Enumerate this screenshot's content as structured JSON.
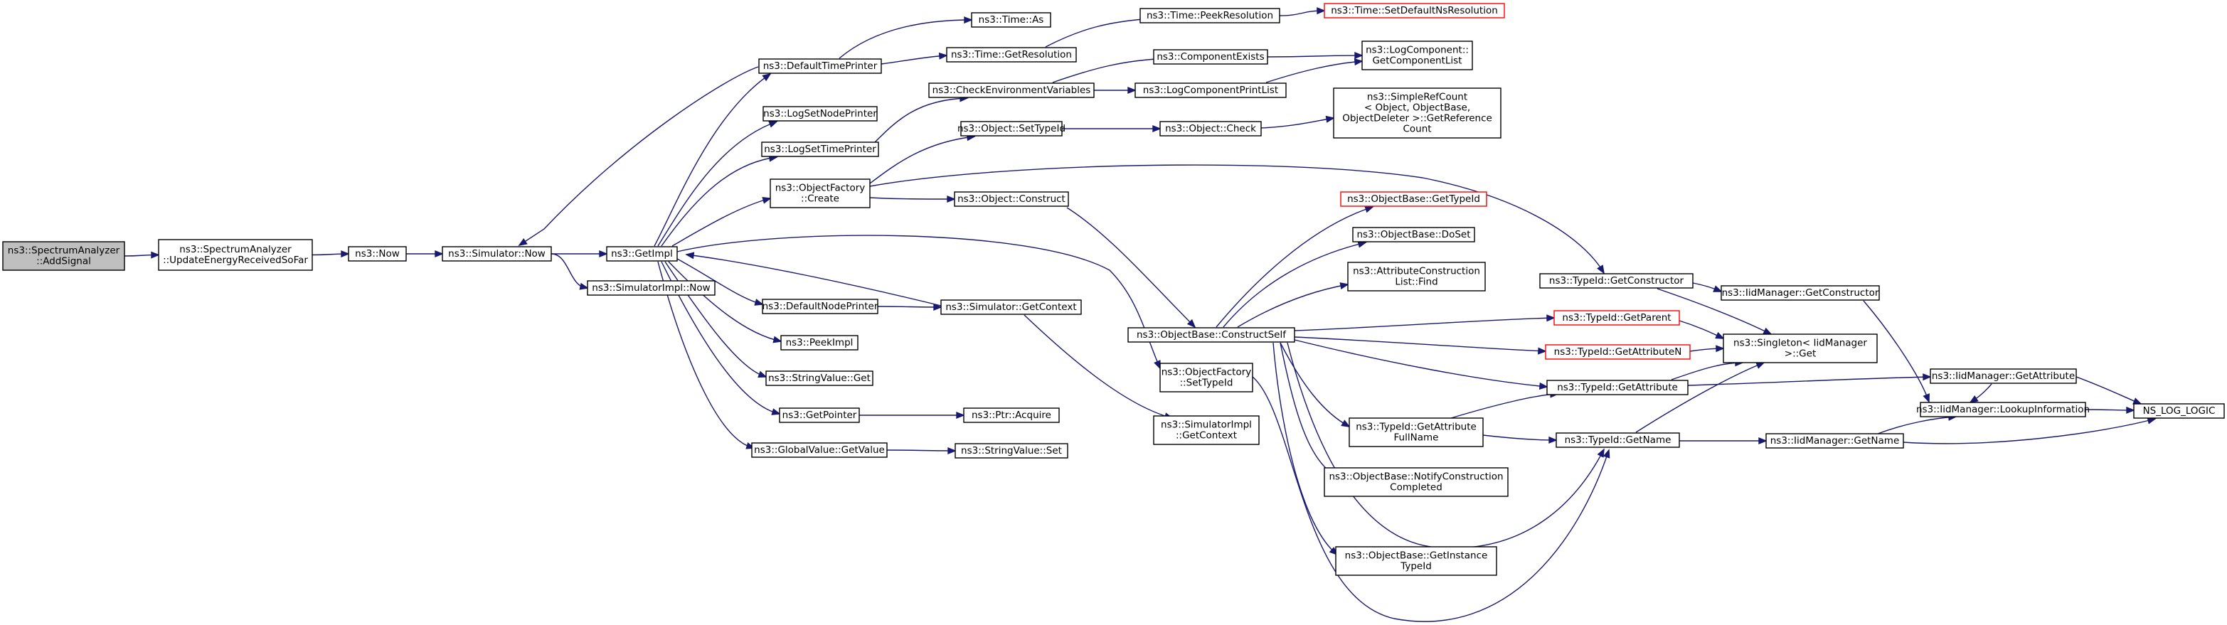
{
  "nodes": {
    "spectrum_addsignal": {
      "lines": [
        "ns3::SpectrumAnalyzer",
        "::AddSignal"
      ],
      "kind": "root"
    },
    "spectrum_update": {
      "lines": [
        "ns3::SpectrumAnalyzer",
        "::UpdateEnergyReceivedSoFar"
      ]
    },
    "now": {
      "lines": [
        "ns3::Now"
      ]
    },
    "simulator_now": {
      "lines": [
        "ns3::Simulator::Now"
      ]
    },
    "getimpl": {
      "lines": [
        "ns3::GetImpl"
      ]
    },
    "simimpl_now": {
      "lines": [
        "ns3::SimulatorImpl::Now"
      ]
    },
    "default_time_printer": {
      "lines": [
        "ns3::DefaultTimePrinter"
      ]
    },
    "log_set_node_printer": {
      "lines": [
        "ns3::LogSetNodePrinter"
      ]
    },
    "log_set_time_printer": {
      "lines": [
        "ns3::LogSetTimePrinter"
      ]
    },
    "objfactory_create": {
      "lines": [
        "ns3::ObjectFactory",
        "::Create"
      ]
    },
    "default_node_printer": {
      "lines": [
        "ns3::DefaultNodePrinter"
      ]
    },
    "peekimpl": {
      "lines": [
        "ns3::PeekImpl"
      ]
    },
    "stringvalue_get": {
      "lines": [
        "ns3::StringValue::Get"
      ]
    },
    "getpointer": {
      "lines": [
        "ns3::GetPointer"
      ]
    },
    "globalvalue_getvalue": {
      "lines": [
        "ns3::GlobalValue::GetValue"
      ]
    },
    "time_as": {
      "lines": [
        "ns3::Time::As"
      ]
    },
    "time_getresolution": {
      "lines": [
        "ns3::Time::GetResolution"
      ]
    },
    "check_env": {
      "lines": [
        "ns3::CheckEnvironmentVariables"
      ]
    },
    "object_settypeid": {
      "lines": [
        "ns3::Object::SetTypeId"
      ]
    },
    "object_construct": {
      "lines": [
        "ns3::Object::Construct"
      ]
    },
    "simulator_getcontext": {
      "lines": [
        "ns3::Simulator::GetContext"
      ]
    },
    "objfactory_settypeid": {
      "lines": [
        "ns3::ObjectFactory",
        "::SetTypeId"
      ]
    },
    "simimpl_getcontext": {
      "lines": [
        "ns3::SimulatorImpl",
        "::GetContext"
      ]
    },
    "ptr_acquire": {
      "lines": [
        "ns3::Ptr::Acquire"
      ]
    },
    "stringvalue_set": {
      "lines": [
        "ns3::StringValue::Set"
      ]
    },
    "time_peekresolution": {
      "lines": [
        "ns3::Time::PeekResolution"
      ]
    },
    "time_setdefaultns": {
      "lines": [
        "ns3::Time::SetDefaultNsResolution"
      ],
      "kind": "red"
    },
    "componentexists": {
      "lines": [
        "ns3::ComponentExists"
      ]
    },
    "logcomponentprintlist": {
      "lines": [
        "ns3::LogComponentPrintList"
      ]
    },
    "object_check": {
      "lines": [
        "ns3::Object::Check"
      ]
    },
    "objectbase_constructself": {
      "lines": [
        "ns3::ObjectBase::ConstructSelf"
      ]
    },
    "logcomponent_getcomponentlist": {
      "lines": [
        "ns3::LogComponent::",
        "GetComponentList"
      ]
    },
    "simplerefcount": {
      "lines": [
        "ns3::SimpleRefCount",
        "< Object, ObjectBase,",
        " ObjectDeleter >::GetReference",
        "Count"
      ]
    },
    "objectbase_gettypeid": {
      "lines": [
        "ns3::ObjectBase::GetTypeId"
      ],
      "kind": "red"
    },
    "objectbase_doset": {
      "lines": [
        "ns3::ObjectBase::DoSet"
      ]
    },
    "attrconstructionlist_find": {
      "lines": [
        "ns3::AttributeConstruction",
        "List::Find"
      ]
    },
    "typeid_getparent": {
      "lines": [
        "ns3::TypeId::GetParent"
      ],
      "kind": "red"
    },
    "typeid_getattributen": {
      "lines": [
        "ns3::TypeId::GetAttributeN"
      ],
      "kind": "red"
    },
    "typeid_getattributefullname": {
      "lines": [
        "ns3::TypeId::GetAttribute",
        "FullName"
      ]
    },
    "objectbase_notifyconstruction": {
      "lines": [
        "ns3::ObjectBase::NotifyConstruction",
        "Completed"
      ]
    },
    "objectbase_getinstancetypeid": {
      "lines": [
        "ns3::ObjectBase::GetInstance",
        "TypeId"
      ]
    },
    "typeid_getconstructor": {
      "lines": [
        "ns3::TypeId::GetConstructor"
      ]
    },
    "typeid_getattribute": {
      "lines": [
        "ns3::TypeId::GetAttribute"
      ]
    },
    "typeid_getname": {
      "lines": [
        "ns3::TypeId::GetName"
      ]
    },
    "singleton_get": {
      "lines": [
        "ns3::Singleton< IidManager",
        " >::Get"
      ]
    },
    "iidmanager_getconstructor": {
      "lines": [
        "ns3::IidManager::GetConstructor"
      ]
    },
    "iidmanager_getattribute": {
      "lines": [
        "ns3::IidManager::GetAttribute"
      ]
    },
    "iidmanager_lookupinformation": {
      "lines": [
        "ns3::IidManager::LookupInformation"
      ]
    },
    "iidmanager_getname": {
      "lines": [
        "ns3::IidManager::GetName"
      ]
    },
    "ns_log_logic": {
      "lines": [
        "NS_LOG_LOGIC"
      ]
    }
  },
  "edges": [
    [
      "spectrum_addsignal",
      "spectrum_update"
    ],
    [
      "spectrum_update",
      "now"
    ],
    [
      "now",
      "simulator_now"
    ],
    [
      "simulator_now",
      "getimpl"
    ],
    [
      "simulator_now",
      "simimpl_now"
    ],
    [
      "getimpl",
      "default_time_printer"
    ],
    [
      "getimpl",
      "log_set_node_printer"
    ],
    [
      "getimpl",
      "log_set_time_printer"
    ],
    [
      "getimpl",
      "objfactory_create"
    ],
    [
      "getimpl",
      "default_node_printer"
    ],
    [
      "getimpl",
      "peekimpl"
    ],
    [
      "getimpl",
      "stringvalue_get"
    ],
    [
      "getimpl",
      "getpointer"
    ],
    [
      "getimpl",
      "globalvalue_getvalue"
    ],
    [
      "getimpl",
      "objfactory_settypeid"
    ],
    [
      "default_time_printer",
      "simulator_now"
    ],
    [
      "default_time_printer",
      "time_as"
    ],
    [
      "default_time_printer",
      "time_getresolution"
    ],
    [
      "log_set_time_printer",
      "check_env"
    ],
    [
      "objfactory_create",
      "object_settypeid"
    ],
    [
      "objfactory_create",
      "object_construct"
    ],
    [
      "objfactory_create",
      "typeid_getconstructor"
    ],
    [
      "default_node_printer",
      "simulator_getcontext"
    ],
    [
      "simulator_getcontext",
      "getimpl"
    ],
    [
      "simulator_getcontext",
      "simimpl_getcontext"
    ],
    [
      "getpointer",
      "ptr_acquire"
    ],
    [
      "globalvalue_getvalue",
      "stringvalue_set"
    ],
    [
      "time_getresolution",
      "time_peekresolution"
    ],
    [
      "time_peekresolution",
      "time_setdefaultns"
    ],
    [
      "check_env",
      "componentexists"
    ],
    [
      "check_env",
      "logcomponentprintlist"
    ],
    [
      "componentexists",
      "logcomponent_getcomponentlist"
    ],
    [
      "logcomponentprintlist",
      "logcomponent_getcomponentlist"
    ],
    [
      "object_settypeid",
      "object_check"
    ],
    [
      "object_check",
      "simplerefcount"
    ],
    [
      "object_construct",
      "objectbase_constructself"
    ],
    [
      "objectbase_constructself",
      "objectbase_gettypeid"
    ],
    [
      "objectbase_constructself",
      "objectbase_doset"
    ],
    [
      "objectbase_constructself",
      "attrconstructionlist_find"
    ],
    [
      "objectbase_constructself",
      "typeid_getparent"
    ],
    [
      "objectbase_constructself",
      "typeid_getattributen"
    ],
    [
      "objectbase_constructself",
      "typeid_getattribute"
    ],
    [
      "objectbase_constructself",
      "typeid_getattributefullname"
    ],
    [
      "objectbase_constructself",
      "objectbase_notifyconstruction"
    ],
    [
      "objectbase_constructself",
      "objectbase_getinstancetypeid"
    ],
    [
      "objectbase_constructself",
      "typeid_getname"
    ],
    [
      "objfactory_settypeid",
      "typeid_getname"
    ],
    [
      "typeid_getparent",
      "singleton_get"
    ],
    [
      "typeid_getattributen",
      "singleton_get"
    ],
    [
      "typeid_getattribute",
      "singleton_get"
    ],
    [
      "typeid_getattribute",
      "iidmanager_getattribute"
    ],
    [
      "typeid_getattributefullname",
      "typeid_getattribute"
    ],
    [
      "typeid_getattributefullname",
      "typeid_getname"
    ],
    [
      "typeid_getconstructor",
      "singleton_get"
    ],
    [
      "typeid_getconstructor",
      "iidmanager_getconstructor"
    ],
    [
      "typeid_getname",
      "singleton_get"
    ],
    [
      "typeid_getname",
      "iidmanager_getname"
    ],
    [
      "iidmanager_getconstructor",
      "iidmanager_lookupinformation"
    ],
    [
      "iidmanager_getattribute",
      "iidmanager_lookupinformation"
    ],
    [
      "iidmanager_getattribute",
      "ns_log_logic"
    ],
    [
      "iidmanager_lookupinformation",
      "ns_log_logic"
    ],
    [
      "iidmanager_getname",
      "iidmanager_lookupinformation"
    ],
    [
      "iidmanager_getname",
      "ns_log_logic"
    ]
  ],
  "colors": {
    "edge": "#191970",
    "node_border": "#000000",
    "node_border_highlight": "#ff0000",
    "root_fill": "#bfbfbf",
    "background": "#ffffff"
  }
}
